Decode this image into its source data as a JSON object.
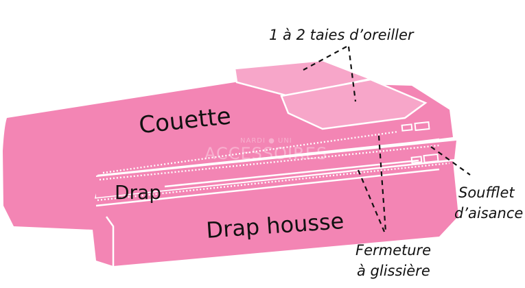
{
  "diagram": {
    "labels": {
      "pillowcases": "1 à 2 taies d’oreiller",
      "duvet": "Couette",
      "sheet": "Drap",
      "fitted_sheet": "Drap housse",
      "gusset_line1": "Soufflet",
      "gusset_line2": "d’aisance",
      "zipper_line1": "Fermeture",
      "zipper_line2": "à glissière"
    },
    "watermark": {
      "top": "NARDI ● UNI",
      "bottom": "ACCESSOIRES"
    },
    "colors": {
      "fabric": "#f385b4",
      "fabric_light": "#f7a6c9",
      "stitch": "#ffffff",
      "text": "#111111"
    }
  }
}
